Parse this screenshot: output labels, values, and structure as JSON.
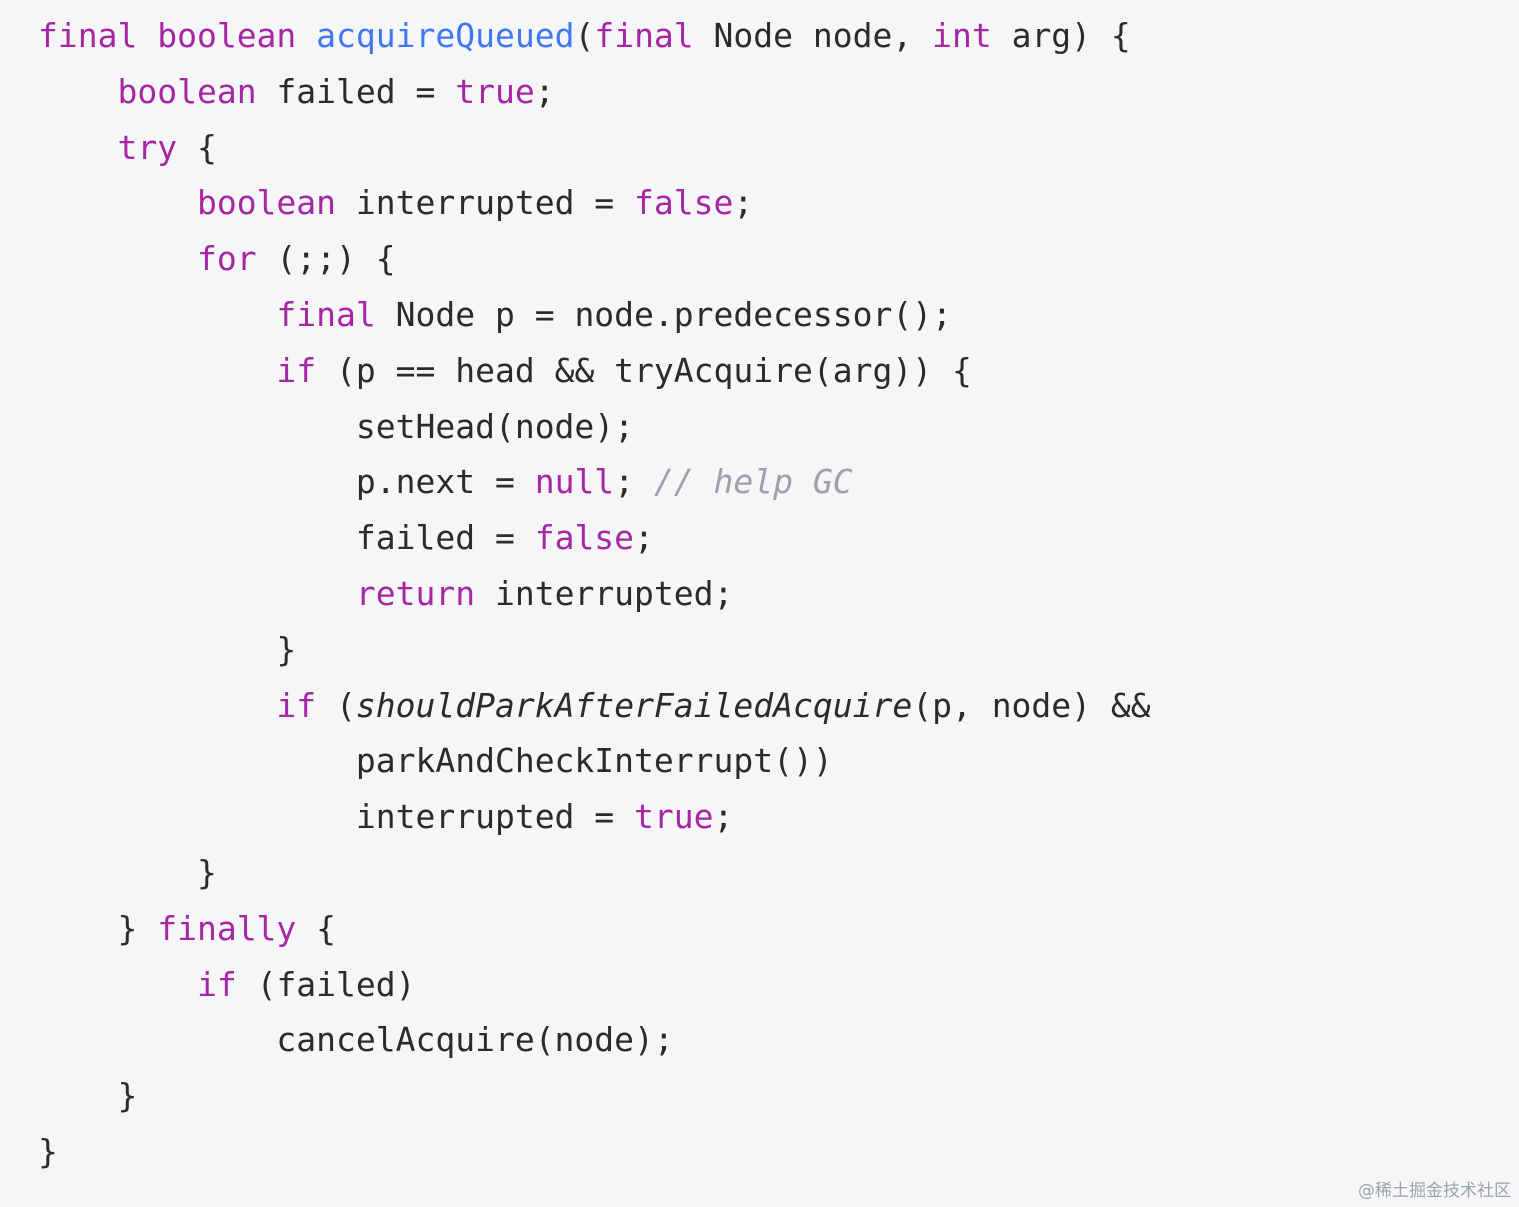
{
  "code": {
    "lines": [
      [
        {
          "t": "final",
          "c": "kw"
        },
        {
          "t": " "
        },
        {
          "t": "boolean",
          "c": "kw"
        },
        {
          "t": " "
        },
        {
          "t": "acquireQueued",
          "c": "fn"
        },
        {
          "t": "("
        },
        {
          "t": "final",
          "c": "kw"
        },
        {
          "t": " Node node, "
        },
        {
          "t": "int",
          "c": "kw"
        },
        {
          "t": " arg) {"
        }
      ],
      [
        {
          "t": "    "
        },
        {
          "t": "boolean",
          "c": "kw"
        },
        {
          "t": " failed = "
        },
        {
          "t": "true",
          "c": "lit"
        },
        {
          "t": ";"
        }
      ],
      [
        {
          "t": "    "
        },
        {
          "t": "try",
          "c": "kw"
        },
        {
          "t": " {"
        }
      ],
      [
        {
          "t": "        "
        },
        {
          "t": "boolean",
          "c": "kw"
        },
        {
          "t": " interrupted = "
        },
        {
          "t": "false",
          "c": "lit"
        },
        {
          "t": ";"
        }
      ],
      [
        {
          "t": "        "
        },
        {
          "t": "for",
          "c": "kw"
        },
        {
          "t": " (;;) {"
        }
      ],
      [
        {
          "t": "            "
        },
        {
          "t": "final",
          "c": "kw"
        },
        {
          "t": " Node p = node.predecessor();"
        }
      ],
      [
        {
          "t": "            "
        },
        {
          "t": "if",
          "c": "kw"
        },
        {
          "t": " (p == head && tryAcquire(arg)) {"
        }
      ],
      [
        {
          "t": "                setHead(node);"
        }
      ],
      [
        {
          "t": "                p.next = "
        },
        {
          "t": "null",
          "c": "lit"
        },
        {
          "t": "; "
        },
        {
          "t": "// help GC",
          "c": "cm"
        }
      ],
      [
        {
          "t": "                failed = "
        },
        {
          "t": "false",
          "c": "lit"
        },
        {
          "t": ";"
        }
      ],
      [
        {
          "t": "                "
        },
        {
          "t": "return",
          "c": "kw"
        },
        {
          "t": " interrupted;"
        }
      ],
      [
        {
          "t": "            }"
        }
      ],
      [
        {
          "t": "            "
        },
        {
          "t": "if",
          "c": "kw"
        },
        {
          "t": " ("
        },
        {
          "t": "shouldParkAfterFailedAcquire",
          "c": "it"
        },
        {
          "t": "(p, node) &&"
        }
      ],
      [
        {
          "t": "                parkAndCheckInterrupt())"
        }
      ],
      [
        {
          "t": "                interrupted = "
        },
        {
          "t": "true",
          "c": "lit"
        },
        {
          "t": ";"
        }
      ],
      [
        {
          "t": "        }"
        }
      ],
      [
        {
          "t": "    } "
        },
        {
          "t": "finally",
          "c": "kw"
        },
        {
          "t": " {"
        }
      ],
      [
        {
          "t": "        "
        },
        {
          "t": "if",
          "c": "kw"
        },
        {
          "t": " (failed)"
        }
      ],
      [
        {
          "t": "            cancelAcquire(node);"
        }
      ],
      [
        {
          "t": "    }"
        }
      ],
      [
        {
          "t": "}"
        }
      ]
    ]
  },
  "watermark": "@稀土掘金技术社区",
  "colors": {
    "background": "#f5f6f8",
    "keyword": "#a626a4",
    "function": "#4078f2",
    "comment": "#a0a1a7",
    "text": "#2b2b2b"
  }
}
